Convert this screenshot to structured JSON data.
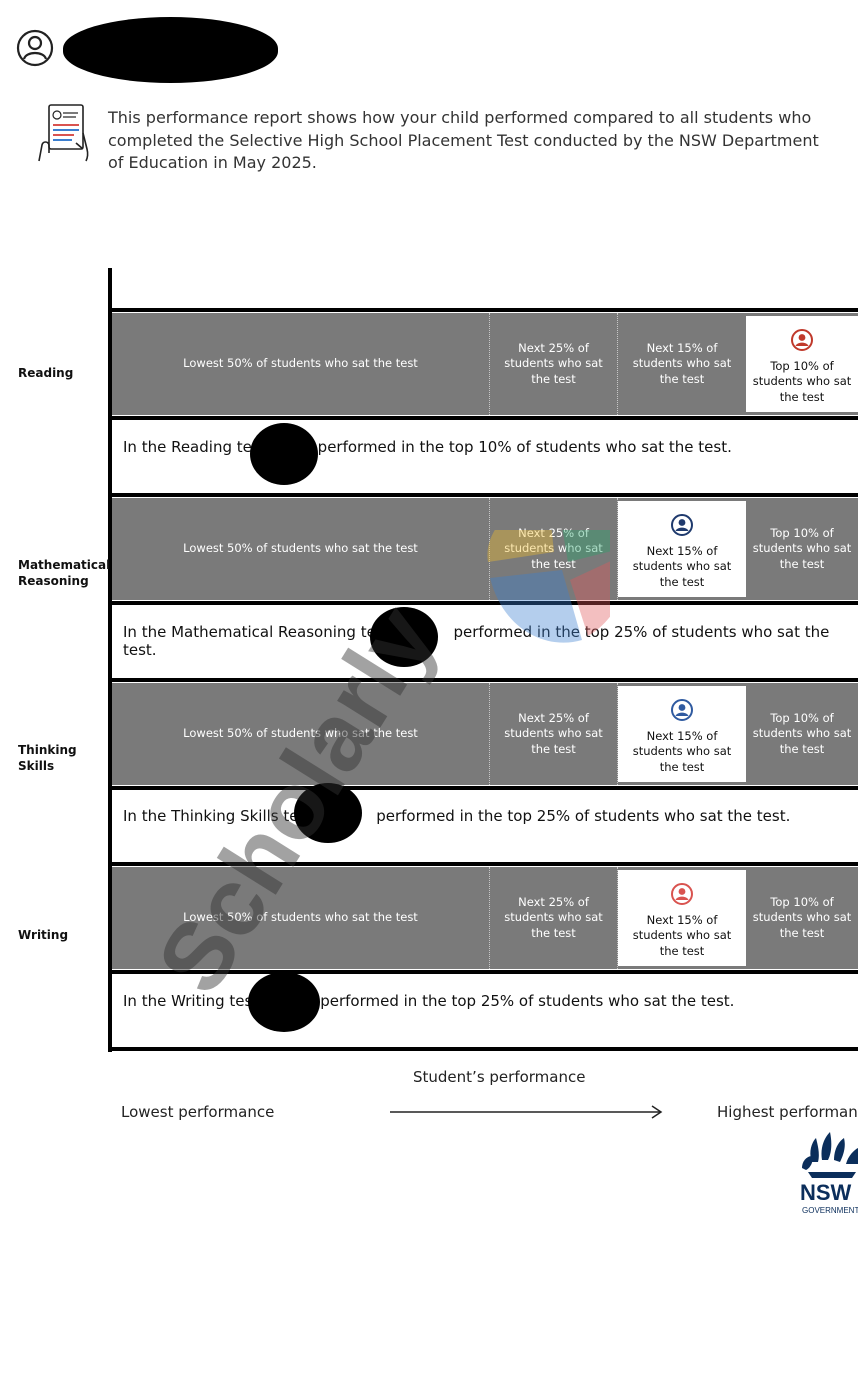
{
  "header": {
    "intro_text": "This performance report shows how your child performed compared to all students who completed the Selective High School Placement Test conducted by the NSW Department of Education in May 2025."
  },
  "segments": {
    "lowest": "Lowest 50% of students who sat the test",
    "next25": "Next 25% of students who sat the test",
    "next15": "Next 15% of students who sat the test",
    "top10": "Top 10% of students who sat the test"
  },
  "tests": [
    {
      "label": "Reading",
      "highlight": "top10",
      "marker_color": "#c0392b",
      "sentence_pre": "In the Reading tes",
      "sentence_post": "performed in the top 10% of students who sat the test."
    },
    {
      "label": "Mathematical Reasoning",
      "highlight": "next15",
      "marker_color": "#1f3a6d",
      "sentence_pre": "In the Mathematical Reasoning test",
      "sentence_post": "performed in the top 25% of students who sat the test."
    },
    {
      "label": "Thinking Skills",
      "highlight": "next15",
      "marker_color": "#2f5aa0",
      "sentence_pre": "In the Thinking Skills test",
      "sentence_post": "performed in the top 25% of students who sat the test."
    },
    {
      "label": "Writing",
      "highlight": "next15",
      "marker_color": "#d9534f",
      "sentence_pre": "In the Writing test",
      "sentence_post": "performed in the top 25% of students who sat the test."
    }
  ],
  "footer": {
    "axis_title": "Student’s performance",
    "lowest_label": "Lowest performance",
    "highest_label": "Highest performanc"
  },
  "watermark_text": "Scholarly",
  "logo_text": {
    "nsw": "NSW",
    "government": "GOVERNMENT"
  },
  "colors": {
    "band": "#7a7a7a",
    "watermark_green": "#27a56b",
    "watermark_red": "#e0585a",
    "watermark_blue": "#3b7fd0",
    "watermark_yellow": "#f2bd2c",
    "nsw_navy": "#0b2e5b"
  }
}
